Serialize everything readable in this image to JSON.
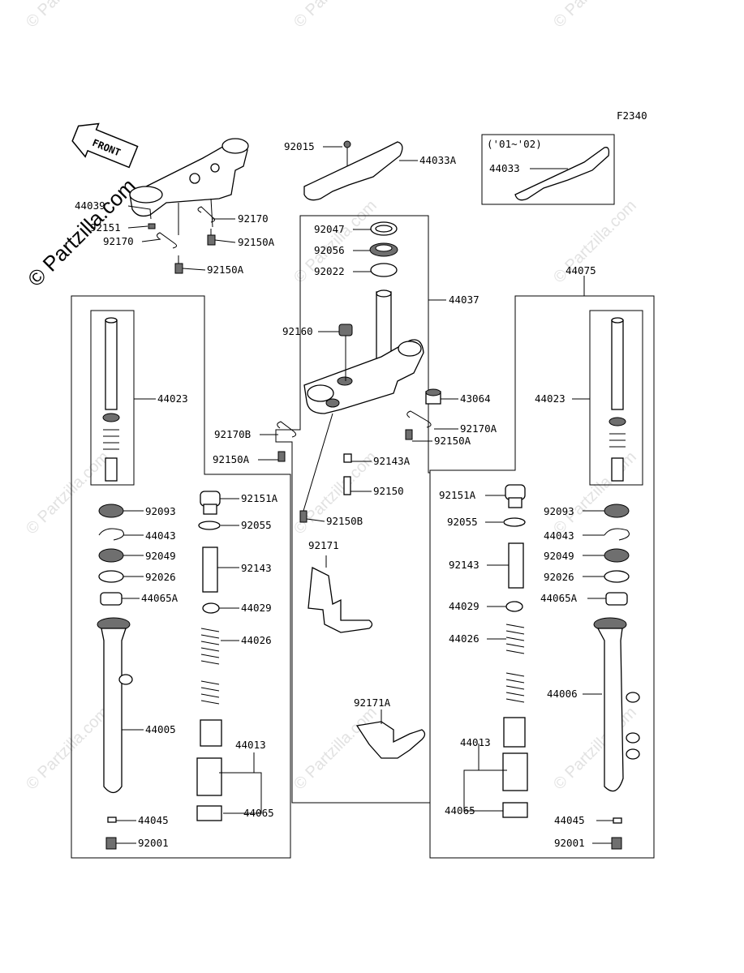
{
  "figure_code": "F2340",
  "watermark": "© Partzilla.com",
  "front_label": "FRONT",
  "year_note": "('01~'02)",
  "parts": {
    "p44039": "44039",
    "p92151": "92151",
    "p92170_r": "92170",
    "p92170_l": "92170",
    "p92150A_1": "92150A",
    "p92150A_2": "92150A",
    "p92015": "92015",
    "p44033A": "44033A",
    "p44033": "44033",
    "p92047": "92047",
    "p92056": "92056",
    "p92022": "92022",
    "p44037": "44037",
    "p44075": "44075",
    "p92160": "92160",
    "p43064": "43064",
    "p44023_l": "44023",
    "p44023_r": "44023",
    "p92170B": "92170B",
    "p92170A": "92170A",
    "p92150A_3": "92150A",
    "p92150A_4": "92150A",
    "p92143A": "92143A",
    "p92150": "92150",
    "p92150B": "92150B",
    "p92151A_l": "92151A",
    "p92151A_r": "92151A",
    "p92093_l": "92093",
    "p92093_r": "92093",
    "p92055_l": "92055",
    "p92055_r": "92055",
    "p44043_l": "44043",
    "p44043_r": "44043",
    "p92049_l": "92049",
    "p92049_r": "92049",
    "p92026_l": "92026",
    "p92026_r": "92026",
    "p44065A_l": "44065A",
    "p44065A_r": "44065A",
    "p92143_l": "92143",
    "p92143_r": "92143",
    "p44029_l": "44029",
    "p44029_r": "44029",
    "p44026_l": "44026",
    "p44026_r": "44026",
    "p92171": "92171",
    "p92171A": "92171A",
    "p44005": "44005",
    "p44006": "44006",
    "p44013_l": "44013",
    "p44013_r": "44013",
    "p44065_l": "44065",
    "p44065_r": "44065",
    "p44045_l": "44045",
    "p44045_r": "44045",
    "p92001_l": "92001",
    "p92001_r": "92001"
  }
}
